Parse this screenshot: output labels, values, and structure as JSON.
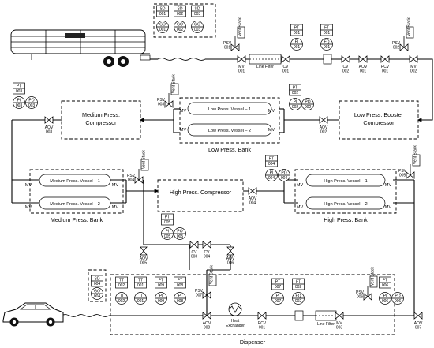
{
  "colors": {
    "line": "#000000",
    "background": "#ffffff"
  },
  "equipment": {
    "mp_compressor": "Medium Press. Compressor",
    "lpb_compressor": "Low Press. Booster Compressor",
    "hp_compressor": "High Press. Compressor",
    "heat_exchanger": "Heat Exchanger",
    "line_filter": "Line Filter",
    "vent_stack": "Vent Stack"
  },
  "banks": {
    "low": {
      "title": "Low Press. Bank",
      "v1": "Low Press. Vessel – 1",
      "v2": "Low Press. Vessel – 2"
    },
    "medium": {
      "title": "Medium Press. Bank",
      "v1": "Medium Press. Vessel – 1",
      "v2": "Medium Press. Vessel – 2"
    },
    "high": {
      "title": "High Press. Bank",
      "v1": "High Press. Vessel – 1",
      "v2": "High Press. Vessel – 2"
    },
    "mv": "MV"
  },
  "dispenser": {
    "title": "Dispenser"
  },
  "instruments": [
    {
      "id": "sd-001",
      "tag": "SD",
      "num": "001"
    },
    {
      "id": "sd-002",
      "tag": "SD",
      "num": "002"
    },
    {
      "id": "sd-003",
      "tag": "SD",
      "num": "003"
    },
    {
      "id": "go-001",
      "tag": "GO",
      "num": "001"
    },
    {
      "id": "go-002",
      "tag": "GO",
      "num": "002"
    },
    {
      "id": "go-003",
      "tag": "GO",
      "num": "003"
    },
    {
      "id": "pt-001",
      "tag": "PT",
      "num": "001"
    },
    {
      "id": "pi-001",
      "tag": "PI",
      "num": "001"
    },
    {
      "id": "ft-001",
      "tag": "FT",
      "num": "001"
    },
    {
      "id": "fq-001",
      "tag": "FQ",
      "num": "001"
    },
    {
      "id": "pt-002",
      "tag": "PT",
      "num": "002"
    },
    {
      "id": "pi-002",
      "tag": "PI",
      "num": "002"
    },
    {
      "id": "po-002",
      "tag": "PO",
      "num": "002"
    },
    {
      "id": "pt-003",
      "tag": "PT",
      "num": "003"
    },
    {
      "id": "pi-003",
      "tag": "PI",
      "num": "003"
    },
    {
      "id": "po-003",
      "tag": "PO",
      "num": "003"
    },
    {
      "id": "pt-004",
      "tag": "PT",
      "num": "004"
    },
    {
      "id": "pi-004",
      "tag": "PI",
      "num": "004"
    },
    {
      "id": "po-004",
      "tag": "PO",
      "num": "004"
    },
    {
      "id": "pt-005",
      "tag": "PT",
      "num": "005"
    },
    {
      "id": "pi-005",
      "tag": "PI",
      "num": "005"
    },
    {
      "id": "po-005",
      "tag": "PO",
      "num": "005"
    },
    {
      "id": "sd-004",
      "tag": "SD",
      "num": "004"
    },
    {
      "id": "go-004",
      "tag": "GO",
      "num": "004"
    },
    {
      "id": "tt-002",
      "tag": "TT",
      "num": "002"
    },
    {
      "id": "ti-002",
      "tag": "TI",
      "num": "002"
    },
    {
      "id": "tt-001",
      "tag": "TT",
      "num": "001"
    },
    {
      "id": "ti-001",
      "tag": "TI",
      "num": "001"
    },
    {
      "id": "pt-009",
      "tag": "PT",
      "num": "009"
    },
    {
      "id": "pi-009",
      "tag": "PI",
      "num": "009"
    },
    {
      "id": "pt-008",
      "tag": "PT",
      "num": "008"
    },
    {
      "id": "pi-008",
      "tag": "PI",
      "num": "008"
    },
    {
      "id": "pt-007",
      "tag": "PT",
      "num": "007"
    },
    {
      "id": "pi-007",
      "tag": "PI",
      "num": "007"
    },
    {
      "id": "ft-002",
      "tag": "FT",
      "num": "002"
    },
    {
      "id": "fq-002",
      "tag": "FQ",
      "num": "002"
    },
    {
      "id": "pt-006",
      "tag": "PT",
      "num": "006"
    },
    {
      "id": "pi-006",
      "tag": "PI",
      "num": "006"
    },
    {
      "id": "po-006",
      "tag": "PO",
      "num": "006"
    }
  ],
  "valves": [
    {
      "id": "psv-001",
      "tag": "PSV",
      "num": "001"
    },
    {
      "id": "mv-001",
      "tag": "MV",
      "num": "001"
    },
    {
      "id": "cv-001",
      "tag": "CV",
      "num": "001"
    },
    {
      "id": "cv-002",
      "tag": "CV",
      "num": "002"
    },
    {
      "id": "aov-001",
      "tag": "AOV",
      "num": "001"
    },
    {
      "id": "pcv-001",
      "tag": "PCV",
      "num": "001"
    },
    {
      "id": "psv-002",
      "tag": "PSV",
      "num": "002"
    },
    {
      "id": "mv-002",
      "tag": "MV",
      "num": "002"
    },
    {
      "id": "aov-003",
      "tag": "AOV",
      "num": "003"
    },
    {
      "id": "psv-003",
      "tag": "PSV",
      "num": "003"
    },
    {
      "id": "aov-002",
      "tag": "AOV",
      "num": "002"
    },
    {
      "id": "psv-004",
      "tag": "PSV",
      "num": "004"
    },
    {
      "id": "aov-004",
      "tag": "AOV",
      "num": "004"
    },
    {
      "id": "psv-005",
      "tag": "PSV",
      "num": "005"
    },
    {
      "id": "aov-005",
      "tag": "AOV",
      "num": "005"
    },
    {
      "id": "cv-003",
      "tag": "CV",
      "num": "003"
    },
    {
      "id": "cv-004",
      "tag": "CV",
      "num": "004"
    },
    {
      "id": "aov-006",
      "tag": "AOV",
      "num": "006"
    },
    {
      "id": "psv-007",
      "tag": "PSV",
      "num": "007"
    },
    {
      "id": "aov-008",
      "tag": "AOV",
      "num": "008"
    },
    {
      "id": "pcv-001b",
      "tag": "PCV",
      "num": "001"
    },
    {
      "id": "mv-003",
      "tag": "MV",
      "num": "003"
    },
    {
      "id": "psv-006",
      "tag": "PSV",
      "num": "006"
    },
    {
      "id": "aov-007",
      "tag": "AOV",
      "num": "007"
    }
  ]
}
